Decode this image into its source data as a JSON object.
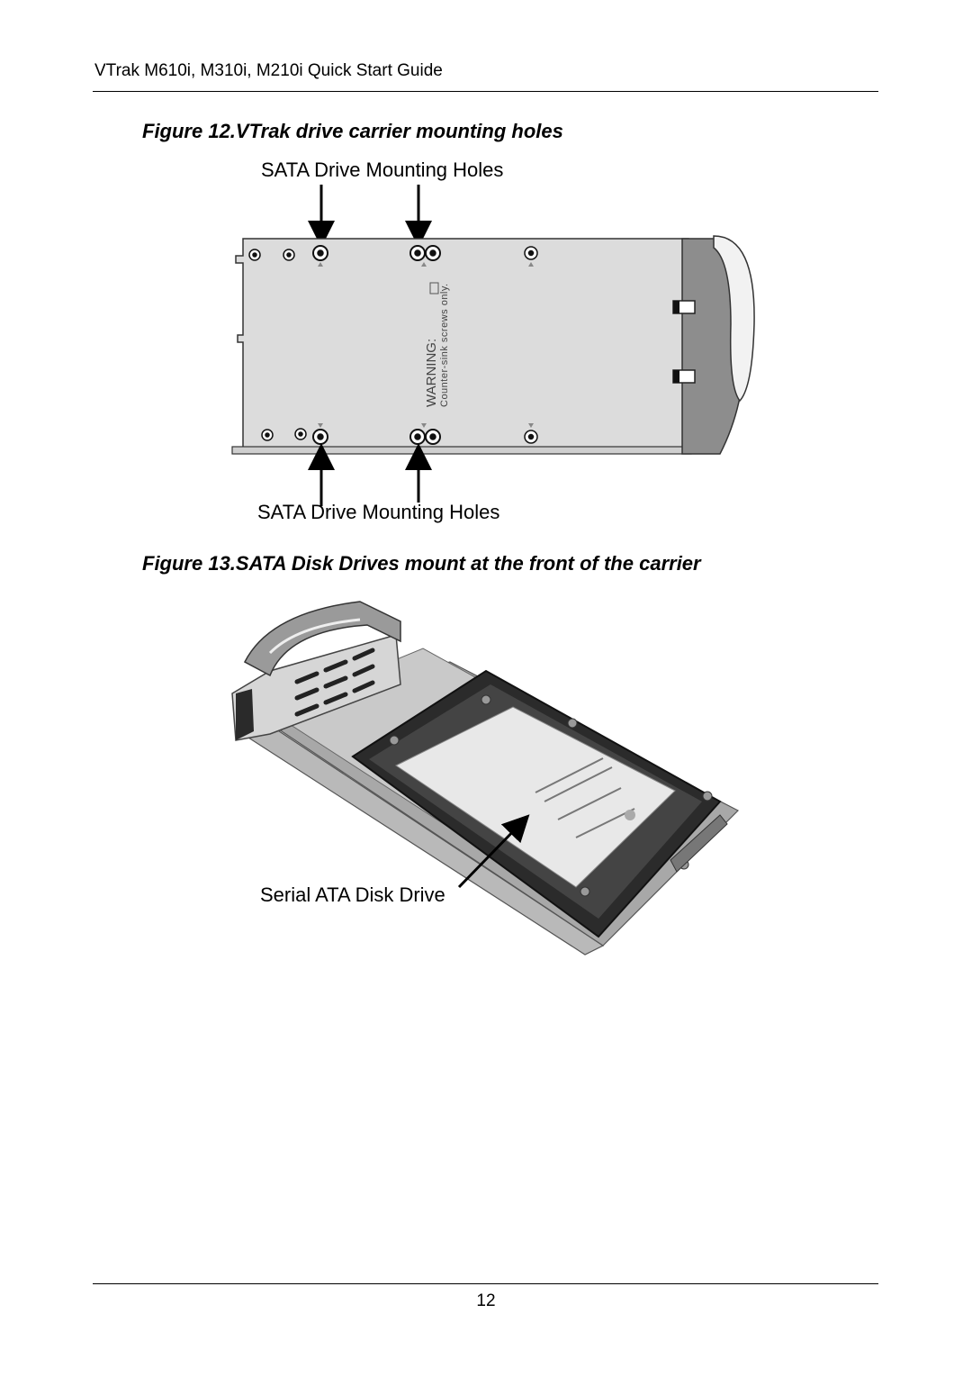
{
  "header": {
    "title": "VTrak M610i, M310i, M210i Quick Start Guide"
  },
  "figure12": {
    "caption": "Figure 12.VTrak drive carrier mounting holes",
    "label_top": "SATA Drive Mounting Holes",
    "label_bottom": "SATA Drive Mounting Holes",
    "warning_title": "WARNING:",
    "warning_text": "Counter-sink screws only."
  },
  "figure13": {
    "caption": "Figure 13.SATA Disk Drives mount at the front of the carrier",
    "callout": "Serial ATA Disk Drive"
  },
  "footer": {
    "page_number": "12"
  }
}
